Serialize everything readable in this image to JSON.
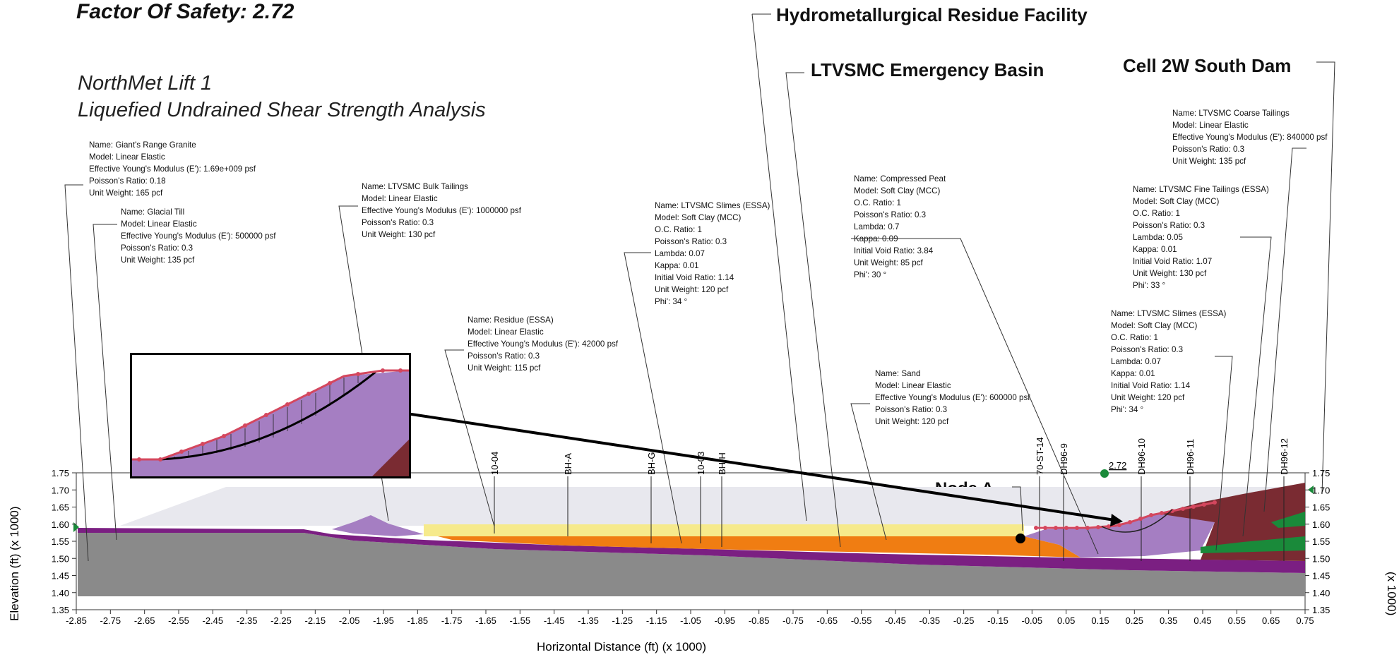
{
  "factor_of_safety": "Factor Of Safety: 2.72",
  "title_line1": "NorthMet Lift 1",
  "title_line2": "Liquefied Undrained Shear Strength Analysis",
  "big_labels": {
    "hrf": "Hydrometallurgical Residue Facility",
    "emergency_basin": "LTVSMC Emergency Basin",
    "cell_2w": "Cell 2W South Dam",
    "node_a": "Node A"
  },
  "materials": [
    {
      "id": "giants_range",
      "text": "Name: Giant's Range Granite\nModel: Linear Elastic\nEffective Young's Modulus (E'): 1.69e+009 psf\nPoisson's Ratio: 0.18\nUnit Weight: 165 pcf"
    },
    {
      "id": "glacial_till",
      "text": "Name: Glacial Till\nModel: Linear Elastic\nEffective Young's Modulus (E'): 500000 psf\nPoisson's Ratio: 0.3\nUnit Weight: 135 pcf"
    },
    {
      "id": "bulk_tailings",
      "text": "Name: LTVSMC Bulk Tailings\nModel: Linear Elastic\nEffective Young's Modulus (E'): 1000000 psf\nPoisson's Ratio: 0.3\nUnit Weight: 130 pcf"
    },
    {
      "id": "slimes_left",
      "text": "Name: LTVSMC Slimes (ESSA)\nModel: Soft Clay (MCC)\nO.C. Ratio: 1\nPoisson's Ratio: 0.3\nLambda: 0.07\nKappa: 0.01\nInitial Void Ratio: 1.14\nUnit Weight: 120 pcf\nPhi': 34 °"
    },
    {
      "id": "residue",
      "text": "Name: Residue (ESSA)\nModel: Linear Elastic\nEffective Young's Modulus (E'): 42000 psf\nPoisson's Ratio: 0.3\nUnit Weight: 115 pcf"
    },
    {
      "id": "peat",
      "text": "Name: Compressed Peat\nModel: Soft Clay (MCC)\nO.C. Ratio: 1\nPoisson's Ratio: 0.3\nLambda: 0.7\nKappa: 0.09\nInitial Void Ratio: 3.84\nUnit Weight: 85 pcf\nPhi': 30 °"
    },
    {
      "id": "sand",
      "text": "Name: Sand\nModel: Linear Elastic\nEffective Young's Modulus (E'): 600000 psf\nPoisson's Ratio: 0.3\nUnit Weight: 120 pcf"
    },
    {
      "id": "coarse",
      "text": "Name: LTVSMC Coarse Tailings\nModel: Linear Elastic\nEffective Young's Modulus (E'): 840000 psf\nPoisson's Ratio: 0.3\nUnit Weight: 135 pcf"
    },
    {
      "id": "fine",
      "text": "Name: LTVSMC Fine Tailings (ESSA)\nModel: Soft Clay (MCC)\nO.C. Ratio: 1\nPoisson's Ratio: 0.3\nLambda: 0.05\nKappa: 0.01\nInitial Void Ratio: 1.07\nUnit Weight: 130 pcf\nPhi': 33 °"
    },
    {
      "id": "slimes_right",
      "text": "Name: LTVSMC Slimes (ESSA)\nModel: Soft Clay (MCC)\nO.C. Ratio: 1\nPoisson's Ratio: 0.3\nLambda: 0.07\nKappa: 0.01\nInitial Void Ratio: 1.14\nUnit Weight: 120 pcf\nPhi': 34 °"
    }
  ],
  "boreholes": [
    "10-04",
    "BH-A",
    "BH-G",
    "10-03",
    "BH-H",
    "70-ST-14",
    "DH96-9",
    "DH96-10",
    "DH96-11",
    "DH96-12"
  ],
  "slip_fos_label": "2.72",
  "axes": {
    "x_label": "Horizontal Distance (ft) (x  1000)",
    "y_label": "Elevation (ft) (x  1000)",
    "y_label_right": "(x  1000)",
    "x_ticks": [
      "-2.85",
      "-2.75",
      "-2.65",
      "-2.55",
      "-2.45",
      "-2.35",
      "-2.25",
      "-2.15",
      "-2.05",
      "-1.95",
      "-1.85",
      "-1.75",
      "-1.65",
      "-1.55",
      "-1.45",
      "-1.35",
      "-1.25",
      "-1.15",
      "-1.05",
      "-0.95",
      "-0.85",
      "-0.75",
      "-0.65",
      "-0.55",
      "-0.45",
      "-0.35",
      "-0.25",
      "-0.15",
      "-0.05",
      "0.05",
      "0.15",
      "0.25",
      "0.35",
      "0.45",
      "0.55",
      "0.65",
      "0.75"
    ],
    "y_ticks": [
      "1.35",
      "1.40",
      "1.45",
      "1.50",
      "1.55",
      "1.60",
      "1.65",
      "1.70",
      "1.75"
    ]
  },
  "colors": {
    "bedrock": "#8a8a8a",
    "till": "#7b1f82",
    "residue": "#f6ea8c",
    "orange": "#f07d12",
    "bulk": "#a57ec2",
    "brown": "#7a2b32",
    "green": "#1a8a3a",
    "slip": "#d4475e"
  }
}
